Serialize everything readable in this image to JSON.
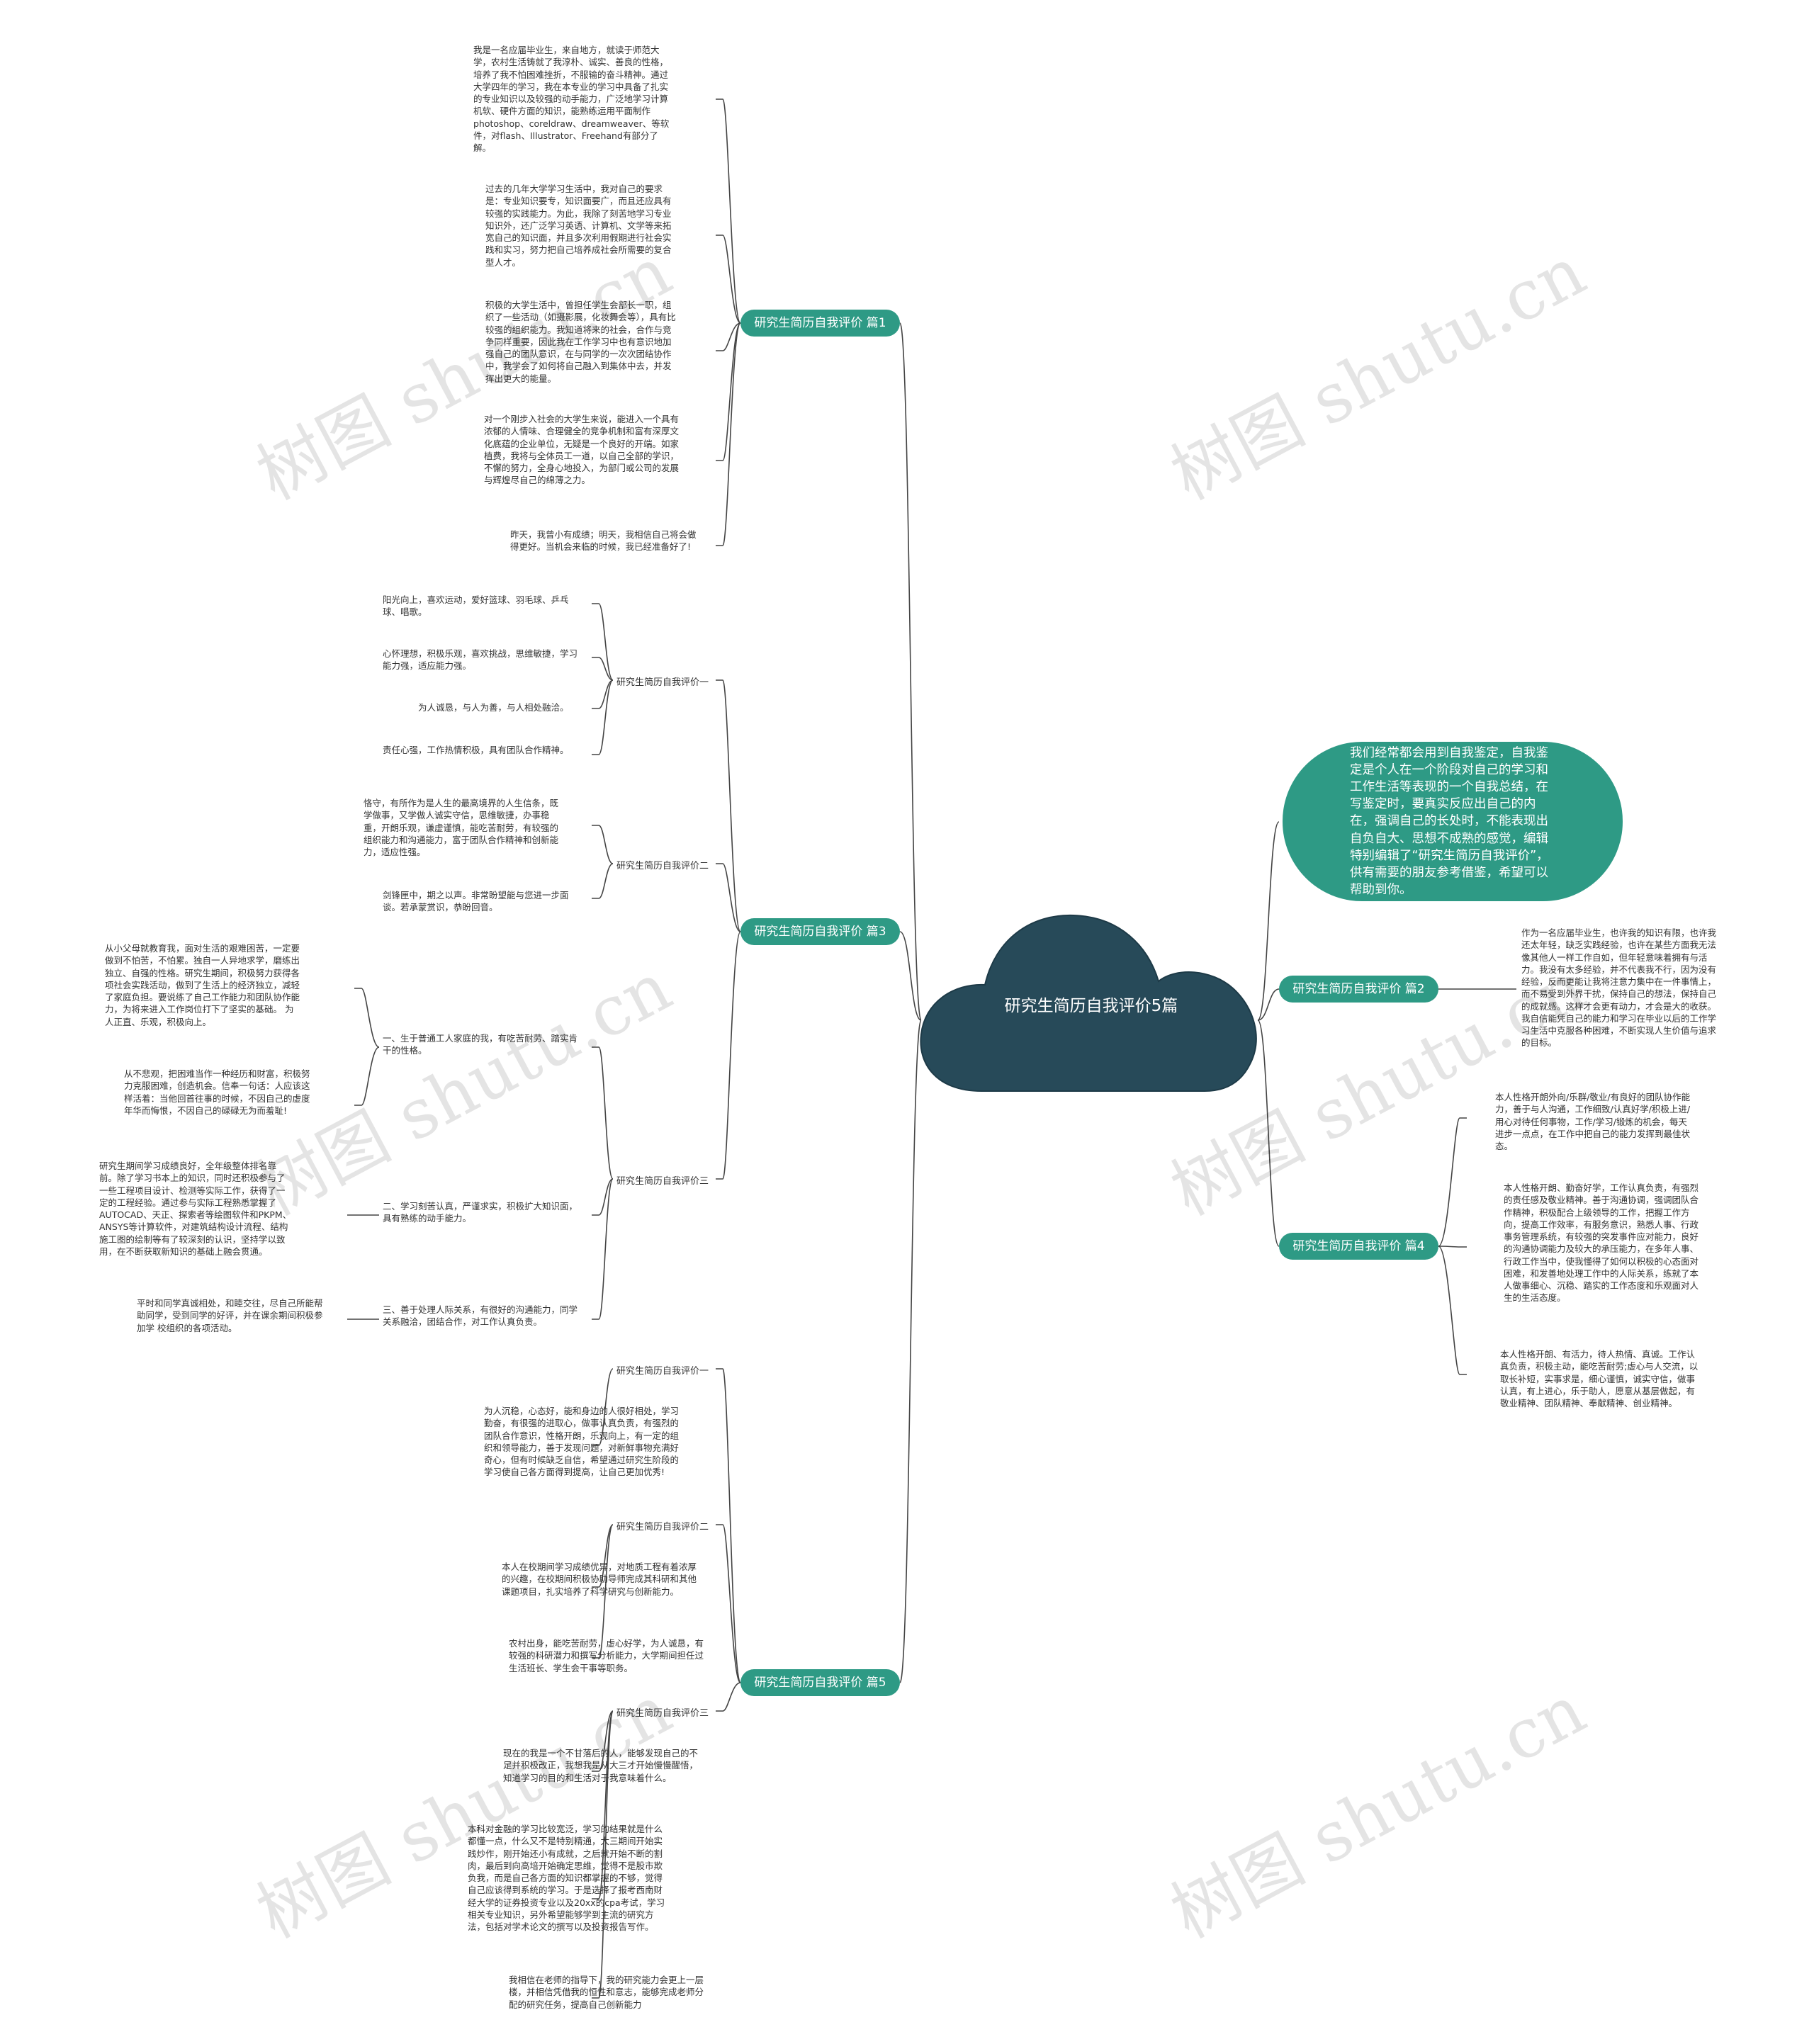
{
  "colors": {
    "pill": "#2e9a85",
    "cloud": "#274a59",
    "line": "#444444"
  },
  "root": {
    "title": "研究生简历自我评价5篇"
  },
  "intro": {
    "text": "我们经常都会用到自我鉴定，自我鉴定是个人在一个阶段对自己的学习和工作生活等表现的一个自我总结，在写鉴定时，要真实反应出自己的内在，强调自己的长处时，不能表现出自负自大、思想不成熟的感觉，编辑特别编辑了“研究生简历自我评价”，供有需要的朋友参考借鉴，希望可以帮助到你。"
  },
  "branches": {
    "b1": {
      "label": "研究生简历自我评价 篇1",
      "items": [
        "我是一名应届毕业生，来自地方，就读于师范大学，农村生活铸就了我淳朴、诚实、善良的性格，培养了我不怕困难挫折，不服输的奋斗精神。通过大学四年的学习，我在本专业的学习中具备了扎实的专业知识以及较强的动手能力，广泛地学习计算机软、硬件方面的知识，能熟练运用平面制作photoshop、coreldraw、dreamweaver、等软件，对flash、Illustrator、Freehand有部分了解。",
        "过去的几年大学学习生活中，我对自己的要求是：专业知识要专，知识面要广，而且还应具有较强的实践能力。为此，我除了刻苦地学习专业知识外，还广泛学习英语、计算机、文学等来拓宽自己的知识面，并且多次利用假期进行社会实践和实习，努力把自己培养成社会所需要的复合型人才。",
        "积极的大学生活中，曾担任学生会部长一职，组织了一些活动（如摄影展，化妆舞会等），具有比较强的组织能力。我知道将来的社会，合作与竞争同样重要，因此我在工作学习中也有意识地加强自己的团队意识，在与同学的一次次团结协作中，我学会了如何将自己融入到集体中去，并发挥出更大的能量。",
        "对一个刚步入社会的大学生来说，能进入一个具有浓郁的人情味、合理健全的竞争机制和富有深厚文化底蕴的企业单位，无疑是一个良好的开端。如家植费，我将与全体员工一道，以自己全部的学识，不懈的努力，全身心地投入，为部门或公司的发展与辉煌尽自己的绵薄之力。",
        "昨天，我曾小有成绩；明天，我相信自己将会做得更好。当机会来临的时候，我已经准备好了!"
      ]
    },
    "b3": {
      "label": "研究生简历自我评价 篇3",
      "g1": {
        "label": "研究生简历自我评价一",
        "items": [
          "阳光向上，喜欢运动，爱好篮球、羽毛球、乒乓球、唱歌。",
          "心怀理想，积极乐观，喜欢挑战，思维敏捷，学习能力强，适应能力强。",
          "为人诚恳，与人为善，与人相处融洽。",
          "责任心强，工作热情积极，具有团队合作精神。"
        ]
      },
      "g2": {
        "label": "研究生简历自我评价二",
        "items": [
          "恪守，有所作为是人生的最高境界的人生信条，既学做事，又学做人诚实守信，思维敏捷，办事稳重，开朗乐观，谦虚谨慎，能吃苦耐劳，有较强的组织能力和沟通能力，富于团队合作精神和创新能力，适应性强。",
          "剑锋匣中，期之以声。非常盼望能与您进一步面谈。若承蒙赏识，恭盼回音。"
        ]
      },
      "g3": {
        "label": "研究生简历自我评价三",
        "points": [
          {
            "text": "一、生于普通工人家庭的我，有吃苦耐劳、踏实肯干的性格。",
            "details": [
              "从小父母就教育我，面对生活的艰难困苦，一定要做到不怕苦，不怕累。独自一人异地求学，磨练出独立、自强的性格。研究生期间，积极努力获得各项社会实践活动，做到了生活上的经济独立，减轻了家庭负担。要说练了自己工作能力和团队协作能力，为将来进入工作岗位打下了坚实的基础。 为人正直、乐观，积极向上。",
              "从不悲观，把困难当作一种经历和财富，积极努力克服困难，创造机会。信奉一句话：人应该这样活着：当他回首往事的时候，不因自己的虚度年华而悔恨，不因自己的碌碌无为而羞耻!"
            ]
          },
          {
            "text": "二、学习刻苦认真，严谨求实，积极扩大知识面，具有熟练的动手能力。",
            "details": [
              "研究生期间学习成绩良好，全年级整体排名靠前。除了学习书本上的知识，同时还积极参与了一些工程项目设计、检测等实际工作，获得了一定的工程经验。通过参与实际工程熟悉掌握了AUTOCAD、天正、探索者等绘图软件和PKPM、ANSYS等计算软件，对建筑结构设计流程、结构施工图的绘制等有了较深刻的认识，坚持学以致用，在不断获取新知识的基础上融会贯通。"
            ]
          },
          {
            "text": "三、善于处理人际关系，有很好的沟通能力，同学关系融洽，团结合作，对工作认真负责。",
            "details": [
              "平时和同学真诚相处，和睦交往，尽自己所能帮助同学，受到同学的好评，并在课余期间积极参加学 校组织的各项活动。"
            ]
          }
        ]
      }
    },
    "b5": {
      "label": "研究生简历自我评价 篇5",
      "g1": {
        "label": "研究生简历自我评价一",
        "items": [
          "为人沉稳，心态好，能和身边的人很好相处，学习勤奋，有很强的进取心，做事认真负责，有强烈的团队合作意识，性格开朗，乐观向上，有一定的组织和领导能力，善于发现问题，对新鲜事物充满好奇心，但有时候缺乏自信，希望通过研究生阶段的学习使自己各方面得到提高，让自己更加优秀!"
        ]
      },
      "g2": {
        "label": "研究生简历自我评价二",
        "items": [
          "本人在校期间学习成绩优异，对地质工程有着浓厚的兴趣，在校期间积极协助导师完成其科研和其他课题项目，扎实培养了科学研究与创新能力。",
          "农村出身，能吃苦耐劳，虚心好学，为人诚恳，有较强的科研潜力和撰写分析能力，大学期间担任过生活班长、学生会干事等职务。"
        ]
      },
      "g3": {
        "label": "研究生简历自我评价三",
        "items": [
          "现在的我是一个不甘落后的人，能够发现自己的不足并积极改正，我想我是从大三才开始慢慢醒悟，知道学习的目的和生活对于我意味着什么。",
          "本科对金融的学习比较宽泛，学习的结果就是什么都懂一点，什么又不是特别精通，大三期间开始实践炒作，刚开始还小有成就，之后就开始不断的割肉，最后到向高培开始确定思维，觉得不是股市欺负我，而是自己各方面的知识都掌握的不够，觉得自己应该得到系统的学习。于是选择了报考西南财经大学的证券投资专业以及20xx的cpa考试，学习相关专业知识，另外希望能够学到主流的研究方法，包括对学术论文的撰写以及投资报告写作。",
          "我相信在老师的指导下，我的研究能力会更上一层楼，并相信凭借我的恒性和意志，能够完成老师分配的研究任务，提高自己创新能力"
        ]
      }
    },
    "b2": {
      "label": "研究生简历自我评价 篇2",
      "items": [
        "作为一名应届毕业生，也许我的知识有限，也许我还太年轻，缺乏实践经验，也许在某些方面我无法像其他人一样工作自如，但年轻意味着拥有与活力。我没有太多经验，并不代表我不行，因为没有经验，反而更能让我将注意力集中在一件事情上，而不易受到外界干扰，保持自己的想法，保持自己的成就感。这样才会更有动力，才会是大的收获。我自信能凭自己的能力和学习在毕业以后的工作学习生活中克服各种困难，不断实现人生价值与追求的目标。"
      ]
    },
    "b4": {
      "label": "研究生简历自我评价 篇4",
      "items": [
        "本人性格开朗外向/乐群/敬业/有良好的团队协作能力，善于与人沟通，工作细致/认真好学/积极上进/用心对待任何事物，工作/学习/锻炼的机会，每天进步一点点，在工作中把自己的能力发挥到最佳状态。",
        "本人性格开朗、勤奋好学，工作认真负责，有强烈的责任感及敬业精神。善于沟通协调，强调团队合作精神，积极配合上级领导的工作，把握工作方向，提高工作效率，有服务意识，熟悉人事、行政事务管理系统，有较强的突发事件应对能力，良好的沟通协调能力及较大的承压能力，在多年人事、行政工作当中，使我懂得了如何以积极的心态面对困难，和发善地处理工作中的人际关系，练就了本人做事细心、沉稳、踏实的工作态度和乐观面对人生的生活态度。",
        "本人性格开朗、有活力，待人热情、真诚。工作认真负责，积极主动，能吃苦耐劳;虚心与人交流，以取长补短，实事求是，细心谨慎，诚实守信，做事认真，有上进心，乐于助人，愿意从基层做起，有敬业精神、团队精神、奉献精神、创业精神。"
      ]
    }
  },
  "watermark": "树图 shutu.cn"
}
